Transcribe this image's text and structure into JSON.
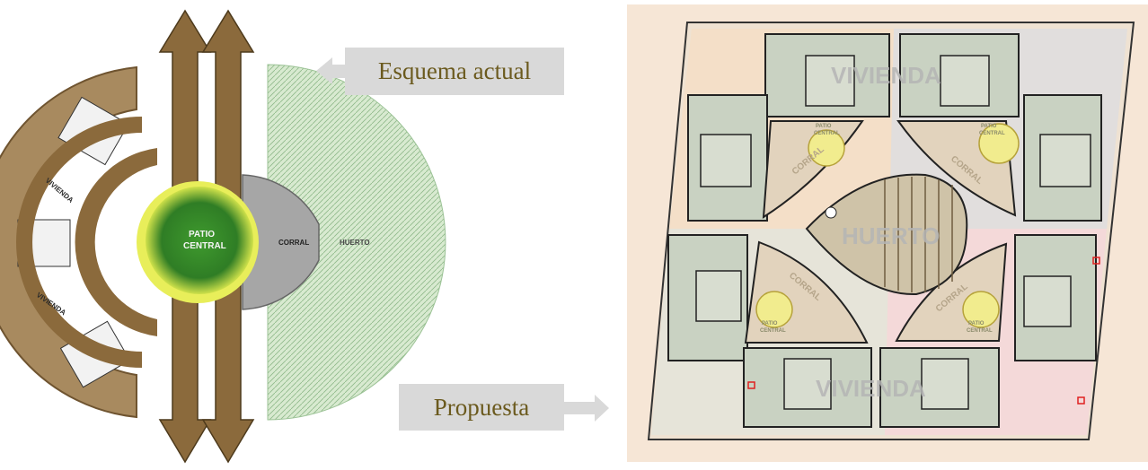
{
  "callouts": {
    "top": "Esquema actual",
    "bottom": "Propuesta"
  },
  "left_scheme": {
    "vivienda_upper": "VIVIENDA",
    "vivienda_lower": "VIVIENDA",
    "patio_line1": "PATIO",
    "patio_line2": "CENTRAL",
    "corral": "CORRAL",
    "huerto": "HUERTO"
  },
  "plan": {
    "vivienda_top": "VIVIENDA",
    "vivienda_bottom": "VIVIENDA",
    "huerto": "HUERTO",
    "corral": "CORRAL",
    "patio_line1": "PATIO",
    "patio_line2": "CENTRAL"
  },
  "colors": {
    "brown": "#8b6a3c",
    "light_brown": "#b89c72",
    "green_hatch": "#cfe3c4",
    "grey": "#a6a6a6",
    "plan_bg": "#f6e6d6",
    "block": "#c9d2c2",
    "callout_bg": "#d9d9d9",
    "callout_text": "#6b5a1e"
  }
}
